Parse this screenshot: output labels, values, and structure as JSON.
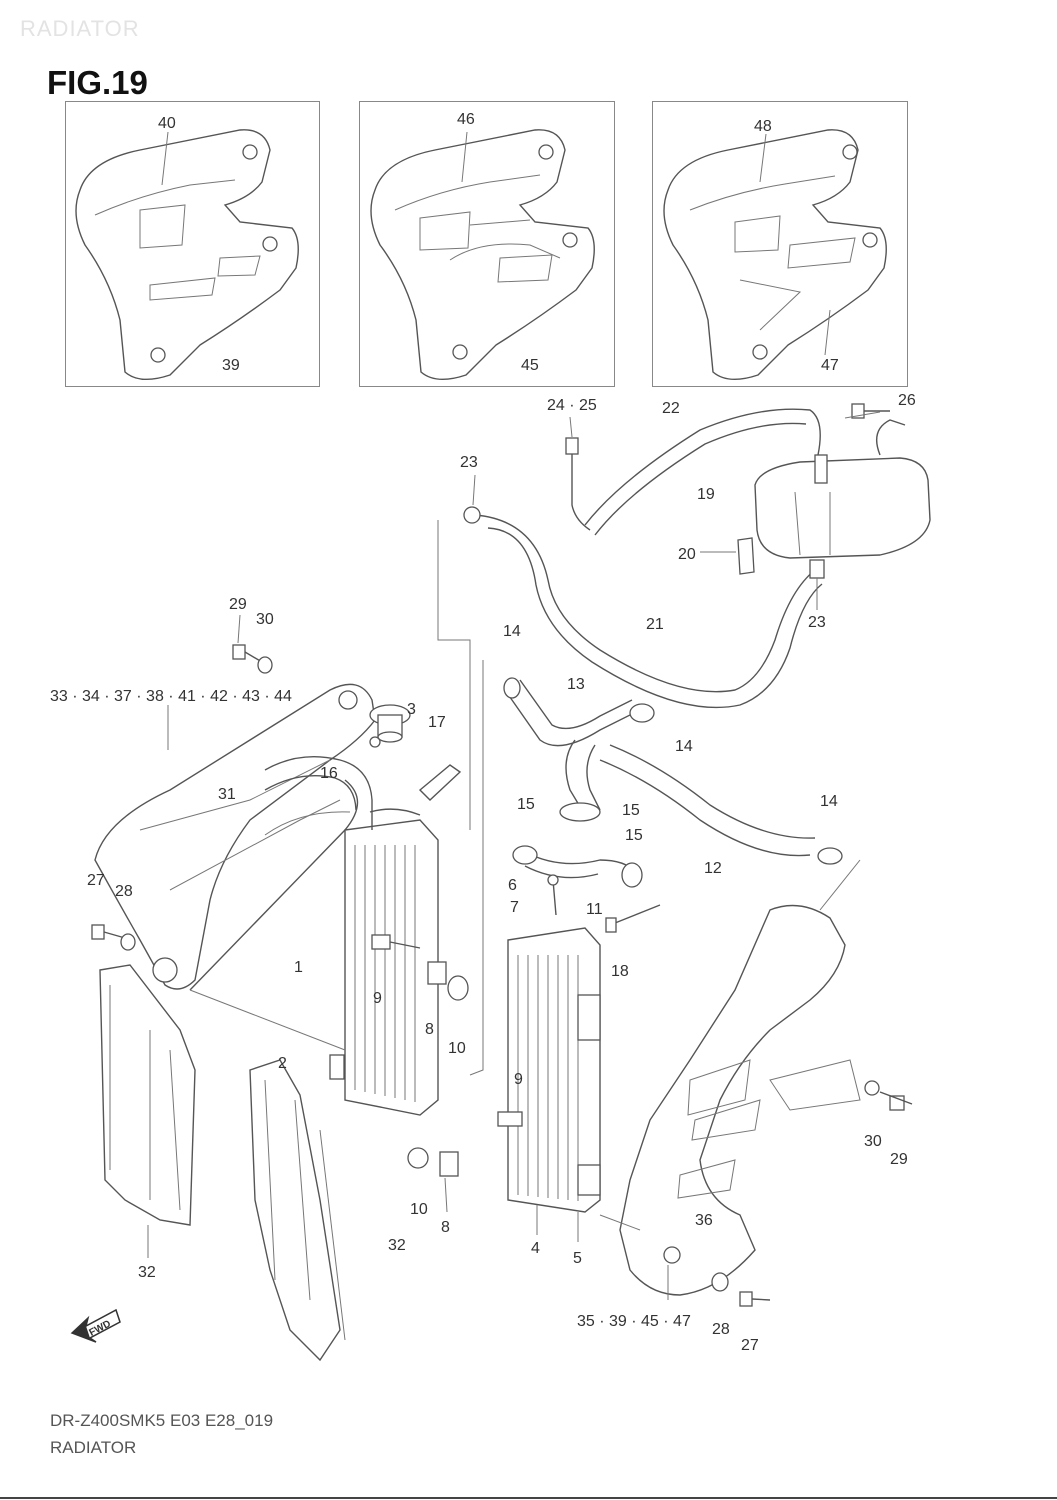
{
  "watermark": "RADIATOR",
  "figure_title": "FIG.19",
  "insets": [
    {
      "top_label": "40",
      "bottom_label": "39"
    },
    {
      "top_label": "46",
      "bottom_label": "45"
    },
    {
      "top_label": "48",
      "bottom_label": "47"
    }
  ],
  "callouts": {
    "c24_25": "24 · 25",
    "c22": "22",
    "c26": "26",
    "c23a": "23",
    "c19": "19",
    "c20": "20",
    "c23b": "23",
    "c21": "21",
    "c29a": "29",
    "c30a": "30",
    "c14a": "14",
    "c13": "13",
    "c33": "33 · 34 · 37 · 38 · 41 · 42 · 43 · 44",
    "c3": "3",
    "c17": "17",
    "c14b": "14",
    "c16": "16",
    "c31": "31",
    "c15a": "15",
    "c15b": "15",
    "c15c": "15",
    "c14c": "14",
    "c12": "12",
    "c6": "6",
    "c7": "7",
    "c11": "11",
    "c27a": "27",
    "c28a": "28",
    "c18": "18",
    "c1": "1",
    "c9a": "9",
    "c8a": "8",
    "c10a": "10",
    "c2": "2",
    "c9b": "9",
    "c30b": "30",
    "c29b": "29",
    "c10b": "10",
    "c8b": "8",
    "c36": "36",
    "c32a": "32",
    "c4": "4",
    "c5": "5",
    "c32b": "32",
    "c35": "35 · 39 · 45 · 47",
    "c28b": "28",
    "c27b": "27",
    "fwd": "FWD"
  },
  "footer": {
    "code": "DR-Z400SMK5 E03 E28_019",
    "name": "RADIATOR"
  }
}
